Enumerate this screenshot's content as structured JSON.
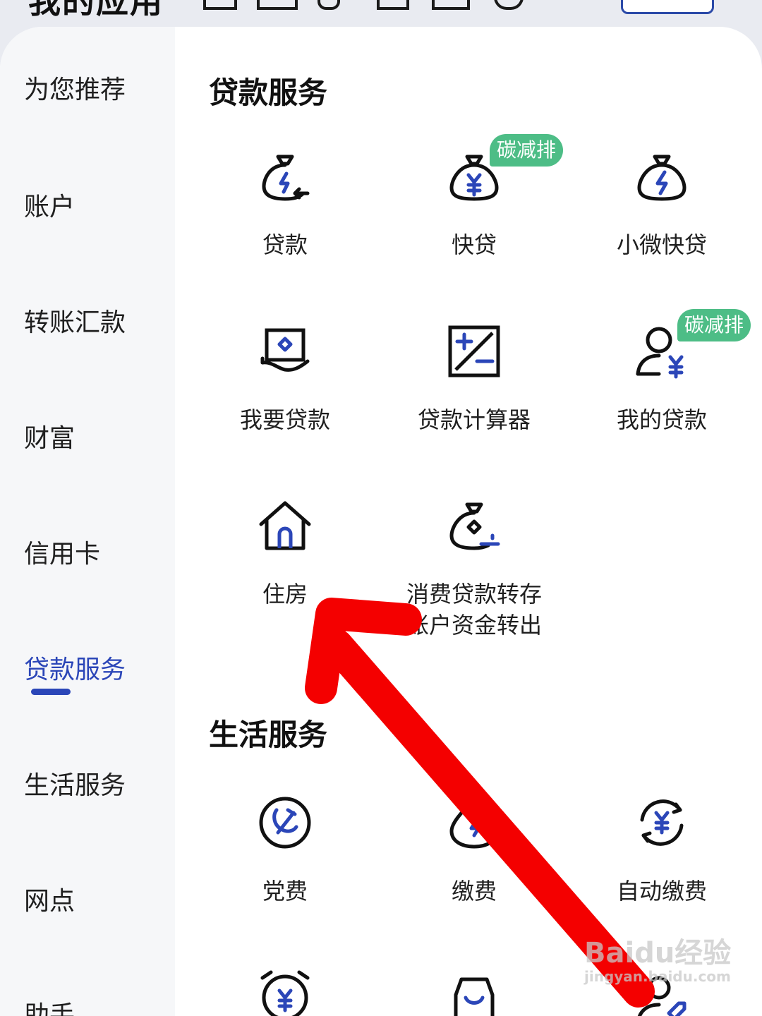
{
  "header": {
    "title": "我的应用"
  },
  "sidebar": {
    "items": [
      {
        "label": "为您推荐"
      },
      {
        "label": "账户"
      },
      {
        "label": "转账汇款"
      },
      {
        "label": "财富"
      },
      {
        "label": "信用卡"
      },
      {
        "label": "贷款服务",
        "active": true
      },
      {
        "label": "生活服务"
      },
      {
        "label": "网点"
      },
      {
        "label": "助手"
      }
    ]
  },
  "loan": {
    "title": "贷款服务",
    "tiles": [
      {
        "label": "贷款",
        "icon": "money-bag-bolt-icon"
      },
      {
        "label": "快贷",
        "icon": "money-bag-yuan-icon",
        "badge": "碳减排"
      },
      {
        "label": "小微快贷",
        "icon": "money-bag-bolt-icon"
      },
      {
        "label": "我要贷款",
        "icon": "hand-card-icon"
      },
      {
        "label": "贷款计算器",
        "icon": "calculator-icon"
      },
      {
        "label": "我的贷款",
        "icon": "user-yuan-icon",
        "badge": "碳减排"
      },
      {
        "label": "住房",
        "icon": "house-icon"
      },
      {
        "label": "消费贷款转存账户资金转出",
        "line1": "消费贷款转存",
        "line2": "账户资金转出",
        "icon": "money-bag-transfer-icon"
      }
    ]
  },
  "life": {
    "title": "生活服务",
    "tiles": [
      {
        "label": "党费",
        "icon": "party-emblem-icon"
      },
      {
        "label": "缴费",
        "icon": "bolt-circle-icon"
      },
      {
        "label": "自动缴费",
        "icon": "yuan-cycle-icon"
      }
    ]
  },
  "watermark": {
    "line1": "Baidu经验",
    "line2": "jingyan.baidu.com"
  },
  "colors": {
    "accent": "#2b46b8",
    "badge": "#4dbd86",
    "arrow": "#f40000"
  }
}
